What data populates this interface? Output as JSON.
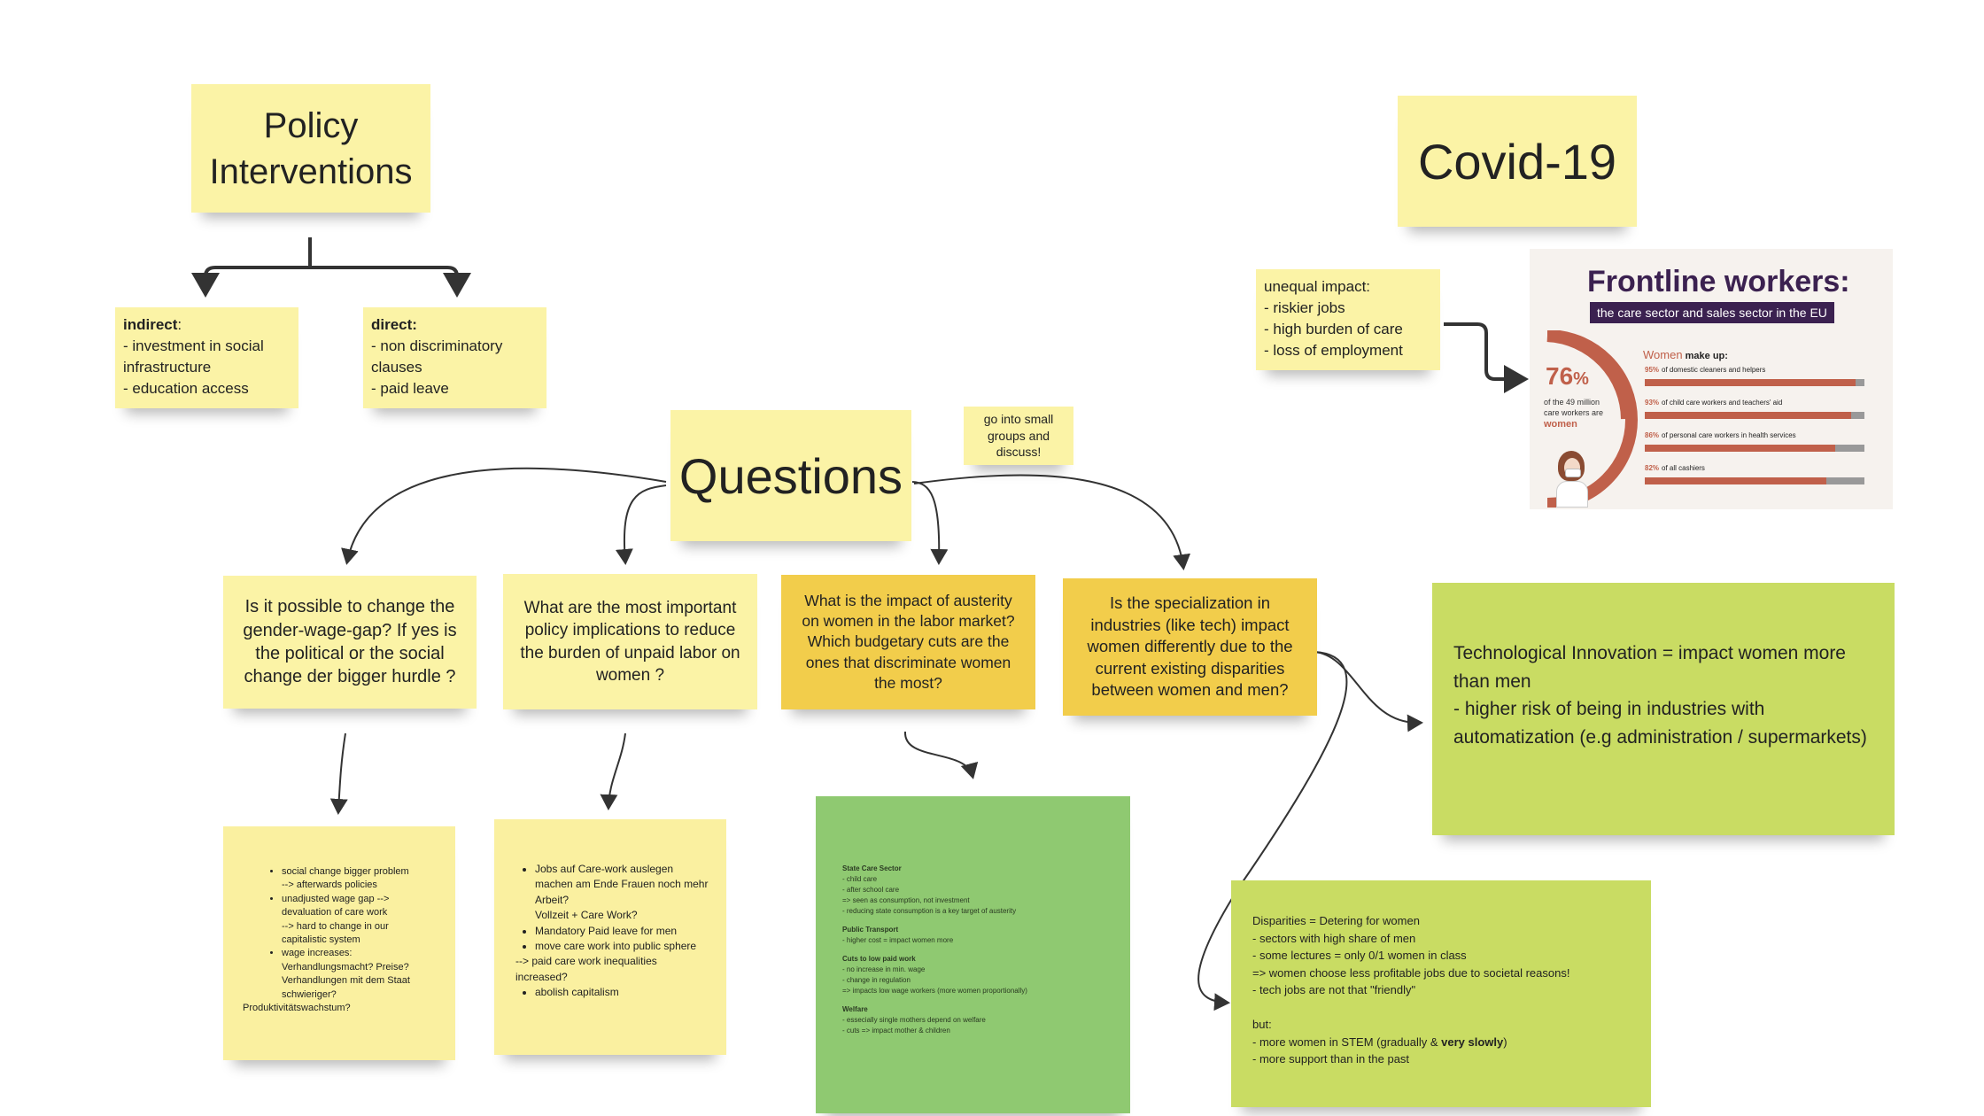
{
  "titles": {
    "policy": "Policy\nInterventions",
    "covid": "Covid-19",
    "questions": "Questions"
  },
  "policy": {
    "indirect_head": "indirect",
    "indirect_head_suffix": ":",
    "indirect_body": "- investment in social infrastructure\n- education access",
    "direct_head": "direct:",
    "direct_body": "- non discriminatory clauses\n- paid leave"
  },
  "discuss_note": "go into small groups and discuss!",
  "unequal_impact": "unequal impact:\n- riskier jobs\n- high burden of care\n- loss of employment",
  "infographic": {
    "title": "Frontline workers:",
    "subtitle": "the care sector and sales sector in the EU",
    "big_number": "76",
    "big_unit": "%",
    "big_caption": "of the 49 million care workers are",
    "big_caption_em": "women",
    "women_label": "Women",
    "make_up": "make up:",
    "bars": [
      {
        "pct": "95%",
        "label": "of domestic cleaners and helpers",
        "value": 95
      },
      {
        "pct": "93%",
        "label": "of child care workers and teachers' aid",
        "value": 93
      },
      {
        "pct": "86%",
        "label": "of personal care workers in health services",
        "value": 86
      },
      {
        "pct": "82%",
        "label": "of all cashiers",
        "value": 82
      }
    ]
  },
  "questions": [
    "Is it possible to change the gender-wage-gap? If yes is the political or the social change der bigger hurdle ?",
    "What are the most important policy implications to reduce the burden of unpaid labor on women ?",
    "What is the impact of austerity on women in the labor market? Which budgetary cuts are the ones that discriminate women the most?",
    "Is the specialization in industries (like tech) impact women differently due to the current existing disparities between women and men?"
  ],
  "answer1": {
    "items": [
      "social change bigger problem\n--> afterwards policies",
      "unadjusted wage gap -->\ndevaluation of care work\n--> hard to change in our capitalistic system",
      "wage increases:\nVerhandlungsmacht? Preise?\nVerhandlungen mit dem Staat schwieriger?"
    ],
    "tail": "Produktivitätswachstum?"
  },
  "answer2": {
    "items": [
      "Jobs auf Care-work auslegen\nmachen am Ende Frauen noch mehr Arbeit?\nVollzeit + Care Work?",
      "Mandatory Paid leave for men",
      "move care work into public sphere"
    ],
    "tail": "--> paid care work inequalities increased?",
    "items2": [
      "abolish capitalism"
    ]
  },
  "austerity": {
    "sections": [
      {
        "head": "State Care Sector",
        "lines": [
          "- child care",
          "- after school care",
          "=> seen as consumption, not investment",
          "- reducing state consumption is a key target of austerity"
        ]
      },
      {
        "head": "Public Transport",
        "lines": [
          "- higher cost = impact women more"
        ]
      },
      {
        "head": "Cuts to low paid work",
        "lines": [
          "- no increase in min. wage",
          "- change in regulation",
          "=> impacts low wage workers (more women proportionally)"
        ]
      },
      {
        "head": "Welfare",
        "lines": [
          "- essecially single mothers depend on welfare",
          "- cuts => impact mother & children"
        ]
      }
    ]
  },
  "tech_note": "Technological Innovation = impact women more than men\n- higher risk of being in industries with automatization (e.g  administration / supermarkets)",
  "disparities": {
    "body": "Disparities = Detering for women\n- sectors with high share of men\n- some lectures = only 0/1 women in class\n=> women choose less profitable jobs due to societal reasons!\n- tech jobs are not that \"friendly\"\n\nbut:",
    "stem_pre": "- more women in STEM (gradually & ",
    "stem_bold": "very slowly",
    "stem_post": ")",
    "last": "- more support than in the past"
  },
  "colors": {
    "yellow": "#fbf3a6",
    "orange": "#f2cd4b",
    "green": "#8fc971",
    "lime": "#c9dc63",
    "infographic_accent": "#c0604a",
    "infographic_purple": "#3b2150"
  }
}
